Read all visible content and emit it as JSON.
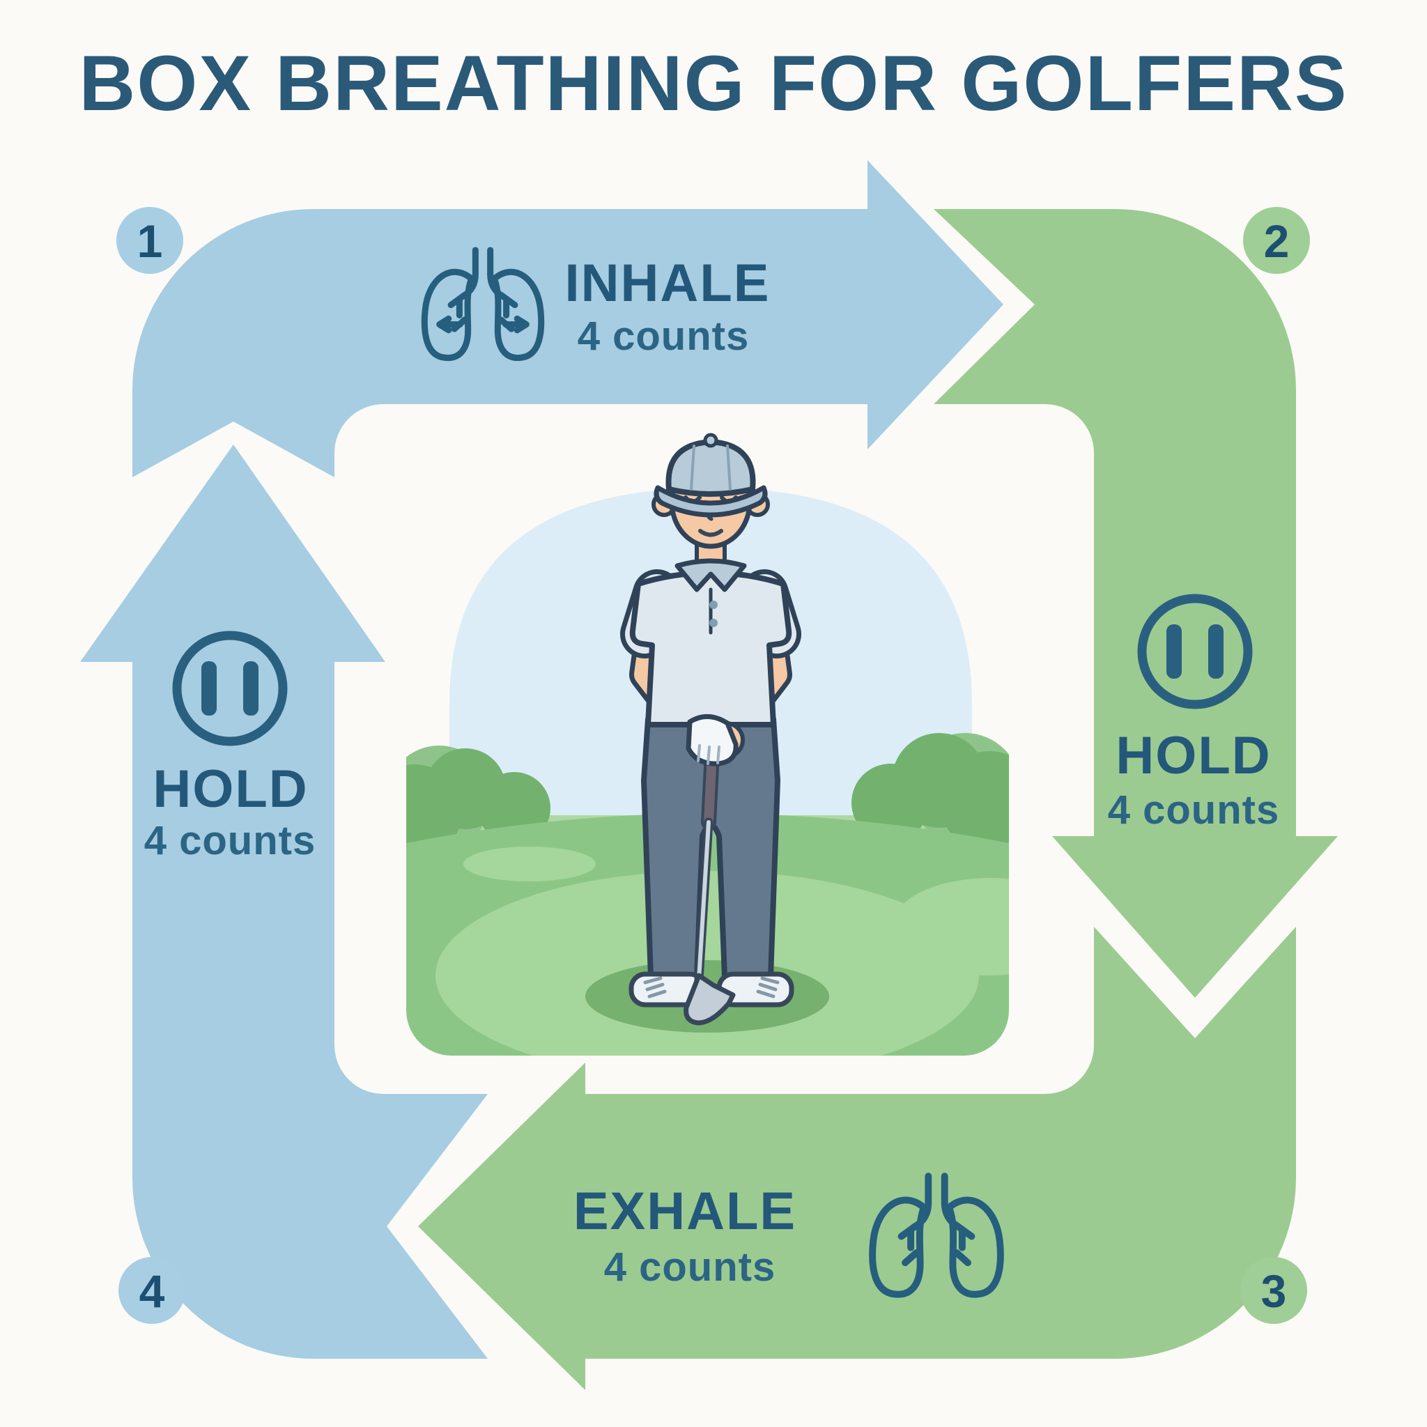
{
  "title": "BOX BREATHING FOR GOLFERS",
  "steps": [
    {
      "number": "1",
      "badge_position": "top-left",
      "arrow": "top, pointing right",
      "label": "INHALE",
      "counts": "4 counts",
      "band_color": "blue",
      "icon": "lungs-icon"
    },
    {
      "number": "2",
      "badge_position": "top-right",
      "arrow": "right, pointing down",
      "label": "HOLD",
      "counts": "4 counts",
      "band_color": "green",
      "icon": "pause-icon"
    },
    {
      "number": "3",
      "badge_position": "bottom-right",
      "arrow": "bottom, pointing left",
      "label": "EXHALE",
      "counts": "4 counts",
      "band_color": "green",
      "icon": "lungs-icon"
    },
    {
      "number": "4",
      "badge_position": "bottom-left",
      "arrow": "left, pointing up",
      "label": "HOLD",
      "counts": "4 counts",
      "band_color": "blue",
      "icon": "pause-icon"
    }
  ],
  "colors": {
    "background": "#fbfaf7",
    "blue_band": "#a6cde2",
    "green_band": "#9ccb91",
    "badge_blue": "#a8cee4",
    "badge_green": "#9fce96",
    "title_text": "#2a5a78",
    "label_text": "#23587a",
    "icon_stroke": "#265e7e",
    "scene_sky": "#dcedf7",
    "scene_grass": "#8cc687"
  },
  "center_illustration": "golfer standing calmly, eyes closed, holding golf club on a golf course"
}
